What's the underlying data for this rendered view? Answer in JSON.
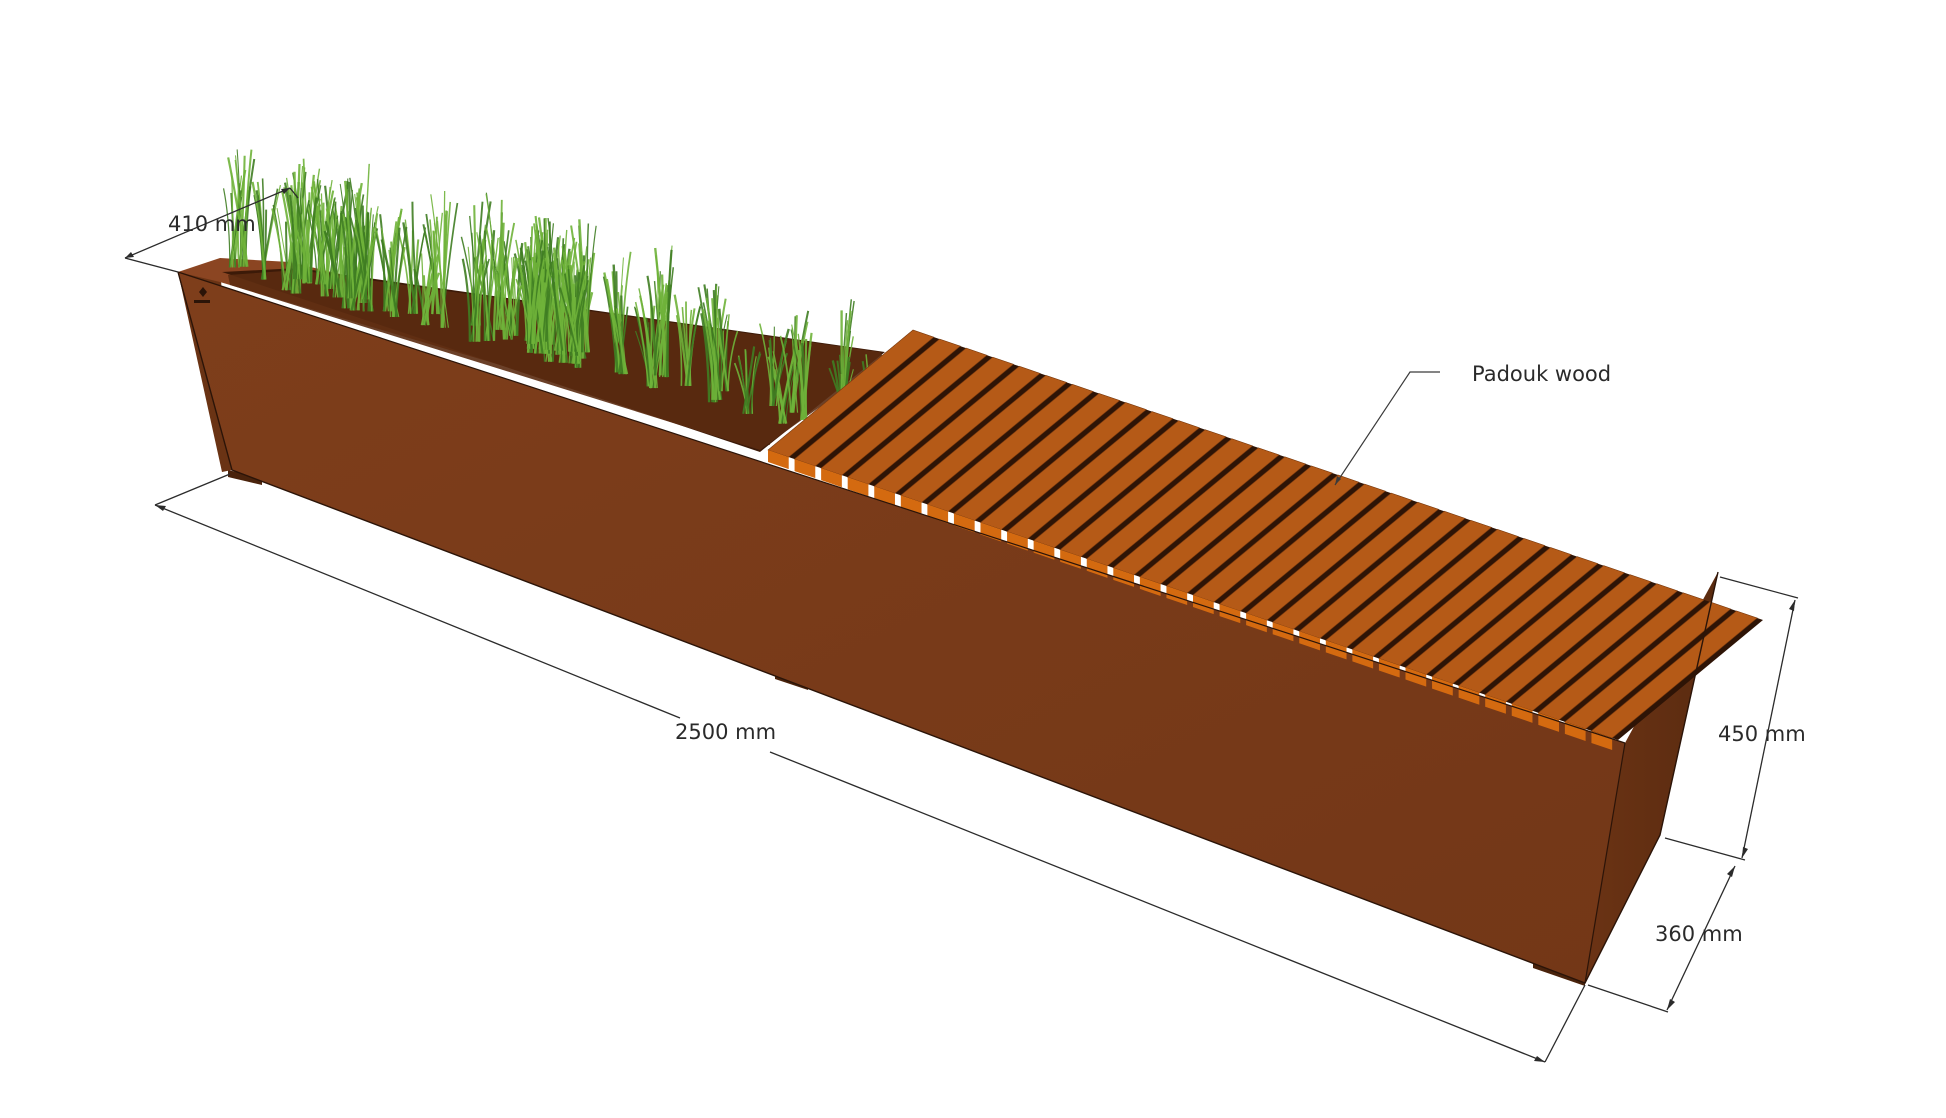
{
  "diagram": {
    "labels": {
      "depth": "410 mm",
      "length": "2500 mm",
      "height": "450 mm",
      "width": "360 mm",
      "material": "Padouk wood"
    },
    "colors": {
      "corten_front": "#7a3c1a",
      "corten_side": "#6a3315",
      "corten_top": "#8a4520",
      "wood_top": "#b55a17",
      "wood_gap": "#2e1406",
      "wood_end": "#d46a10",
      "grass": "#6fb23a",
      "grass_dark": "#3f7d22"
    },
    "slat_count": 32
  }
}
